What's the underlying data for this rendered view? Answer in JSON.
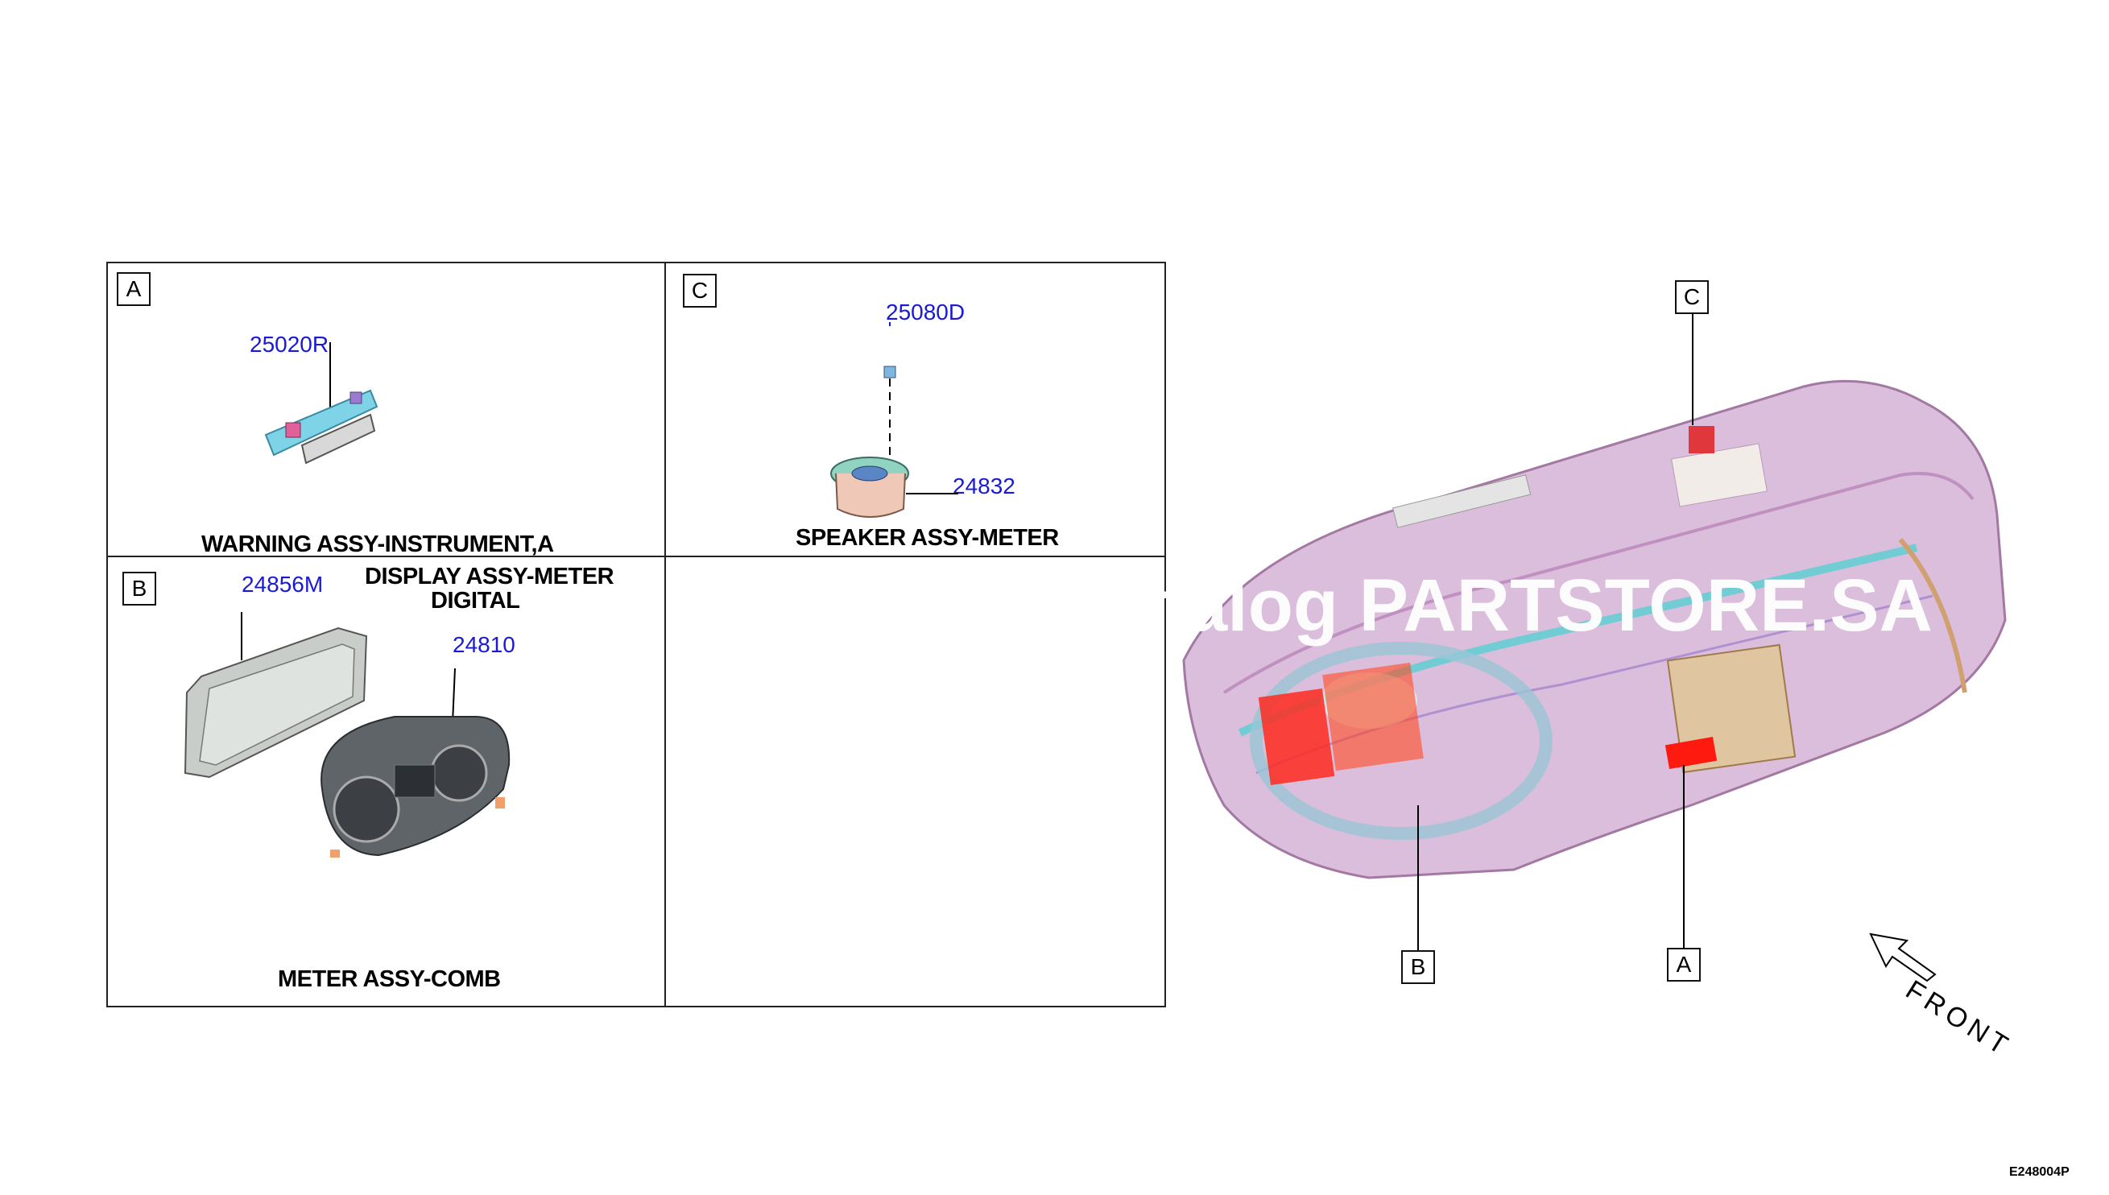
{
  "panels": {
    "a": {
      "letter": "A",
      "part_number": "25020R",
      "caption": "WARNING ASSY-INSTRUMENT,A"
    },
    "c": {
      "letter": "C",
      "part_numbers": [
        "25080D",
        "24832"
      ],
      "caption": "SPEAKER ASSY-METER"
    },
    "b": {
      "letter": "B",
      "part_numbers": [
        "24856M",
        "24810"
      ],
      "caption_top_line1": "DISPLAY ASSY-METER",
      "caption_top_line2": "DIGITAL",
      "caption": "METER ASSY-COMB"
    }
  },
  "callouts": [
    "C",
    "B",
    "A"
  ],
  "front_label": "FRONT",
  "watermark": "catalog PARTSTORE.SA",
  "diagram_code": "E248004P",
  "colors": {
    "part_number": "#1a1ad6",
    "highlight": "#e02020",
    "dashboard": "#c9a3c9",
    "accent": "#4fd0d0"
  }
}
